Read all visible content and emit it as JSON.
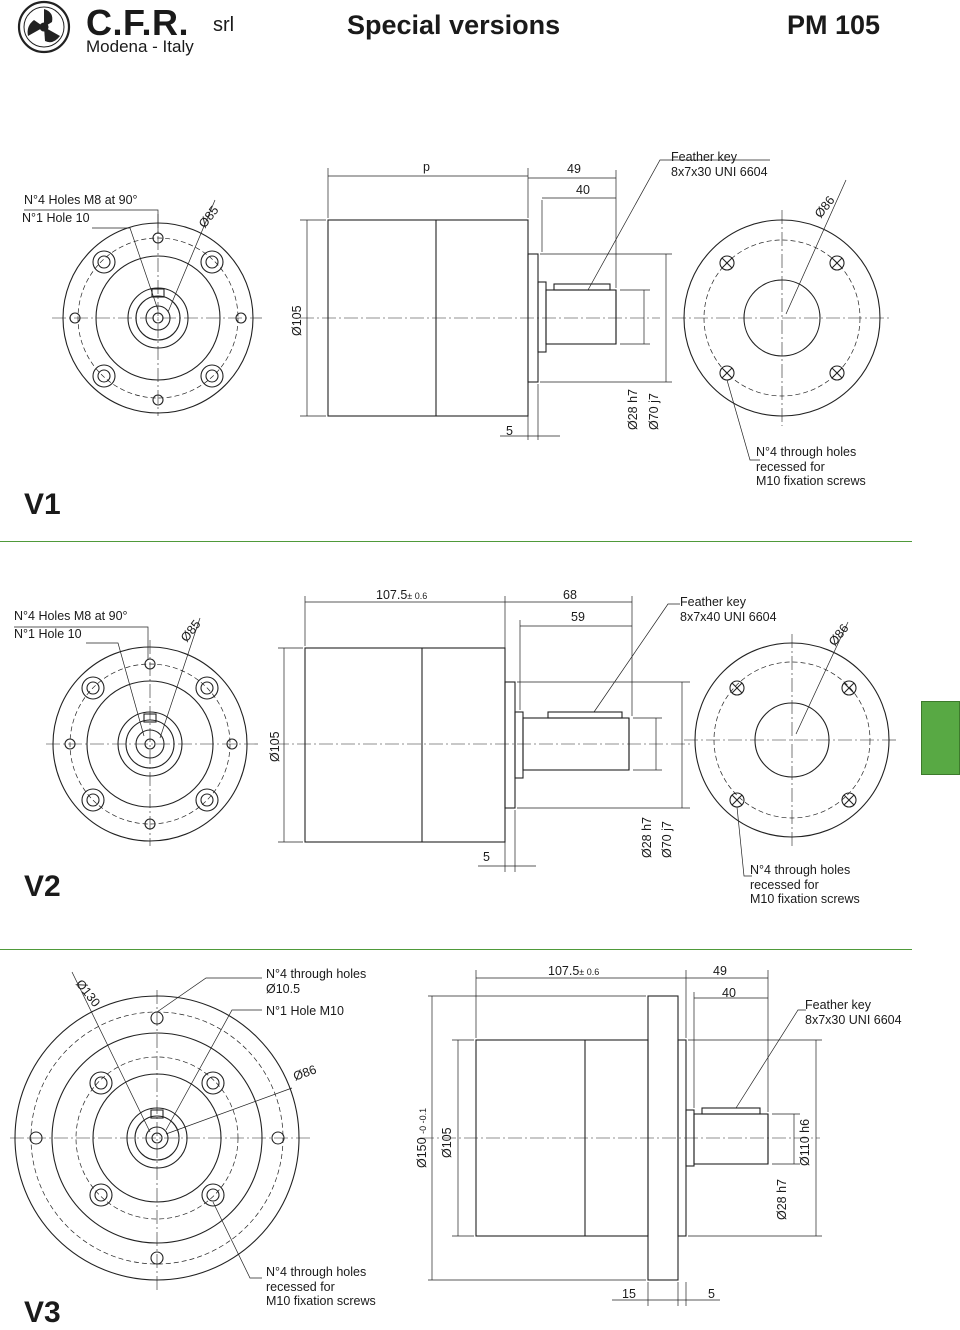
{
  "header": {
    "company": "C.F.R.",
    "company_suffix": "srl",
    "location": "Modena - Italy",
    "title": "Special versions",
    "code": "PM 105"
  },
  "accent_color": "#58a944",
  "v1": {
    "label": "V1",
    "holes_m8": "N°4 Holes M8 at 90°",
    "hole10": "N°1 Hole 10",
    "d85": "Ø85",
    "p": "p",
    "dim49": "49",
    "dim40": "40",
    "key_title": "Feather key",
    "key_spec": "8x7x30 UNI 6604",
    "d86": "Ø86",
    "d105": "Ø105",
    "dim5": "5",
    "d28": "Ø28 h7",
    "d70": "Ø70 j7",
    "through_holes": "N°4 through holes\nrecessed for\nM10 fixation screws"
  },
  "v2": {
    "label": "V2",
    "holes_m8": "N°4 Holes M8 at 90°",
    "hole10": "N°1 Hole 10",
    "d85": "Ø85",
    "len": "107.5",
    "tol": "± 0.6",
    "dim68": "68",
    "dim59": "59",
    "key_title": "Feather key",
    "key_spec": "8x7x40 UNI 6604",
    "d86": "Ø86",
    "d105": "Ø105",
    "dim5": "5",
    "d28": "Ø28 h7",
    "d70": "Ø70 j7",
    "through_holes": "N°4 through holes\nrecessed for\nM10 fixation screws"
  },
  "v3": {
    "label": "V3",
    "d130": "Ø130",
    "through_holes_top": "N°4 through holes\nØ10.5",
    "hole_m10": "N°1 Hole M10",
    "d86": "Ø86",
    "len": "107.5",
    "tol": "± 0.6",
    "dim49": "49",
    "dim40": "40",
    "key_title": "Feather key",
    "key_spec": "8x7x30 UNI 6604",
    "d150": "Ø150",
    "d150_tol": "-0 -0.1",
    "d105": "Ø105",
    "d110": "Ø110 h6",
    "d28": "Ø28 h7",
    "dim15": "15",
    "dim5": "5",
    "through_holes_bottom": "N°4 through holes\nrecessed for\nM10 fixation screws"
  }
}
